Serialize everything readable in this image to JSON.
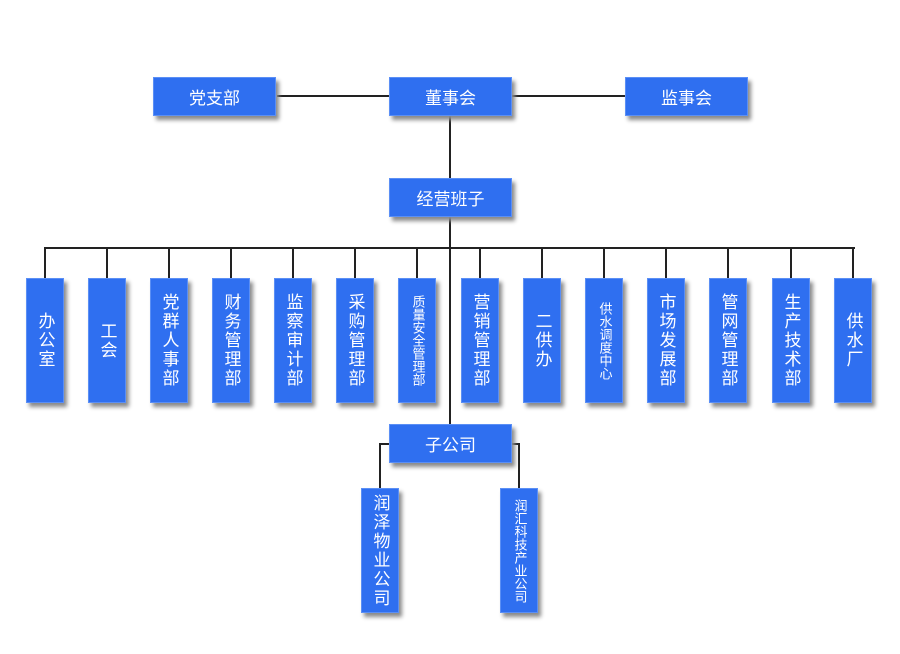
{
  "top": {
    "party_branch": "党支部",
    "board": "董事会",
    "supervisors": "监事会"
  },
  "management": "经营班子",
  "departments": [
    "办公室",
    "工会",
    "党群人事部",
    "财务管理部",
    "监察审计部",
    "采购管理部",
    "质量安全管理部",
    "营销管理部",
    "二供办",
    "供水调度中心",
    "市场发展部",
    "管网管理部",
    "生产技术部",
    "供水厂"
  ],
  "subsidiary": {
    "label": "子公司",
    "children": [
      "润泽物业公司",
      "润汇科技产业公司"
    ]
  },
  "colors": {
    "box": "#2f6ff0",
    "line": "#222222"
  }
}
